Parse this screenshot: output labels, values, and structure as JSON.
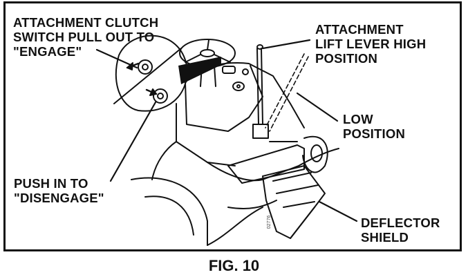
{
  "labels": {
    "clutch_engage": "ATTACHMENT CLUTCH\nSWITCH PULL OUT TO\n\"ENGAGE\"",
    "push_disengage": "PUSH IN TO\n\"DISENGAGE\"",
    "lift_high": "ATTACHMENT\nLIFT LEVER HIGH\nPOSITION",
    "low_position": "LOW\nPOSITION",
    "deflector": "DEFLECTOR\nSHIELD"
  },
  "caption": "FIG. 10",
  "part_number": "02776"
}
